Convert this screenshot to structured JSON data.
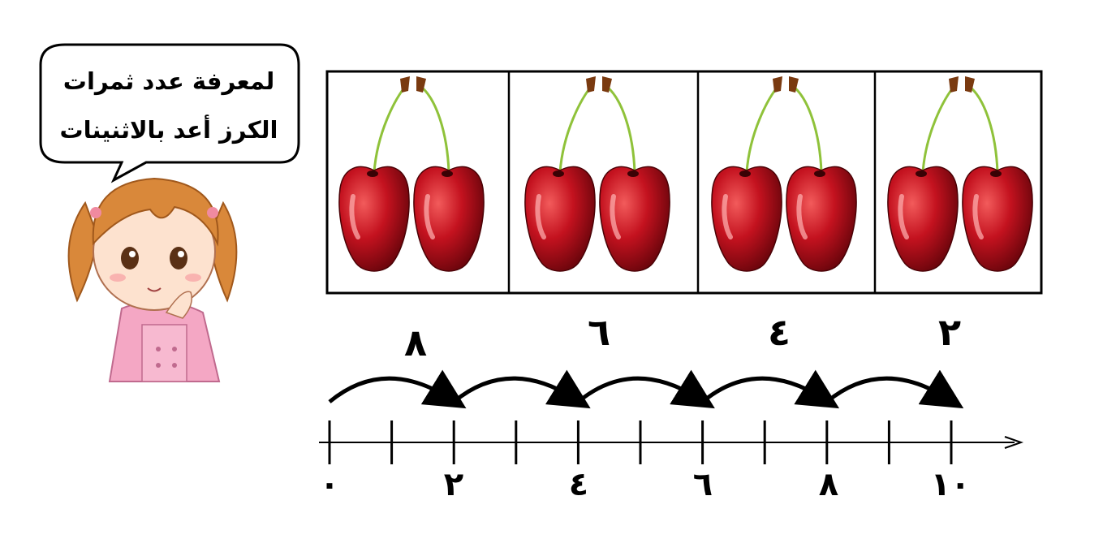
{
  "speech_bubble": {
    "line1": "لمعرفة عدد ثمرات",
    "line2": "الكرز أعد بالاثنينات"
  },
  "box_counts": [
    "٢",
    "٤",
    "٦",
    "٨"
  ],
  "number_line": {
    "labels": [
      "٠",
      "٢",
      "٤",
      "٦",
      "٨",
      "١٠"
    ],
    "tick_count": 11,
    "jumps": 5,
    "step": 2
  },
  "colors": {
    "cherry": "#b0101c",
    "stem": "#8fc23a",
    "line": "#000000",
    "girl_hair": "#d9883a",
    "girl_dress": "#f4a7c4"
  },
  "icons": [
    "cherry-pair-icon",
    "girl-character-icon",
    "jump-arrow-icon"
  ]
}
